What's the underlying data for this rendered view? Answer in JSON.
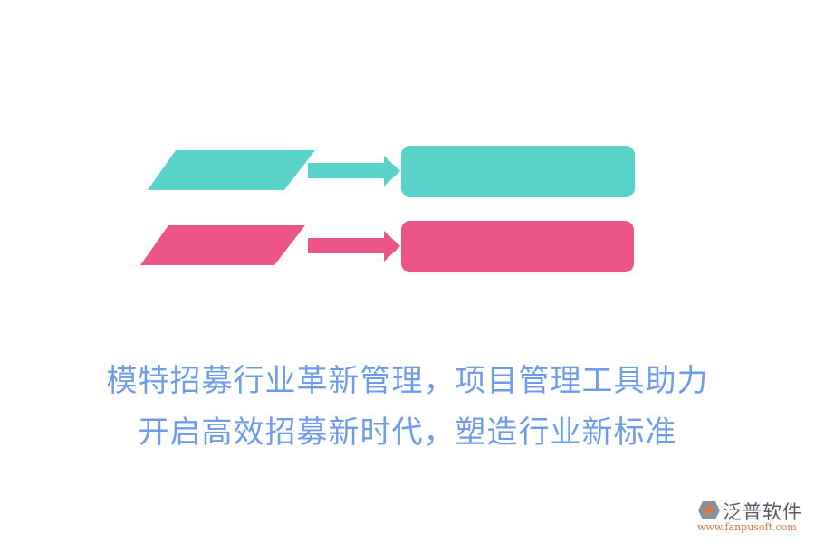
{
  "diagram": {
    "rows": [
      {
        "color": "#59d3c9",
        "input_label": "",
        "output_label": ""
      },
      {
        "color": "#ec5586",
        "input_label": "",
        "output_label": ""
      }
    ]
  },
  "caption": {
    "line1": "模特招募行业革新管理，项目管理工具助力",
    "line2": "开启高效招募新时代，塑造行业新标准",
    "color": "#6f9be8"
  },
  "logo": {
    "name": "泛普软件",
    "url": "www.fanpusoft.com"
  }
}
